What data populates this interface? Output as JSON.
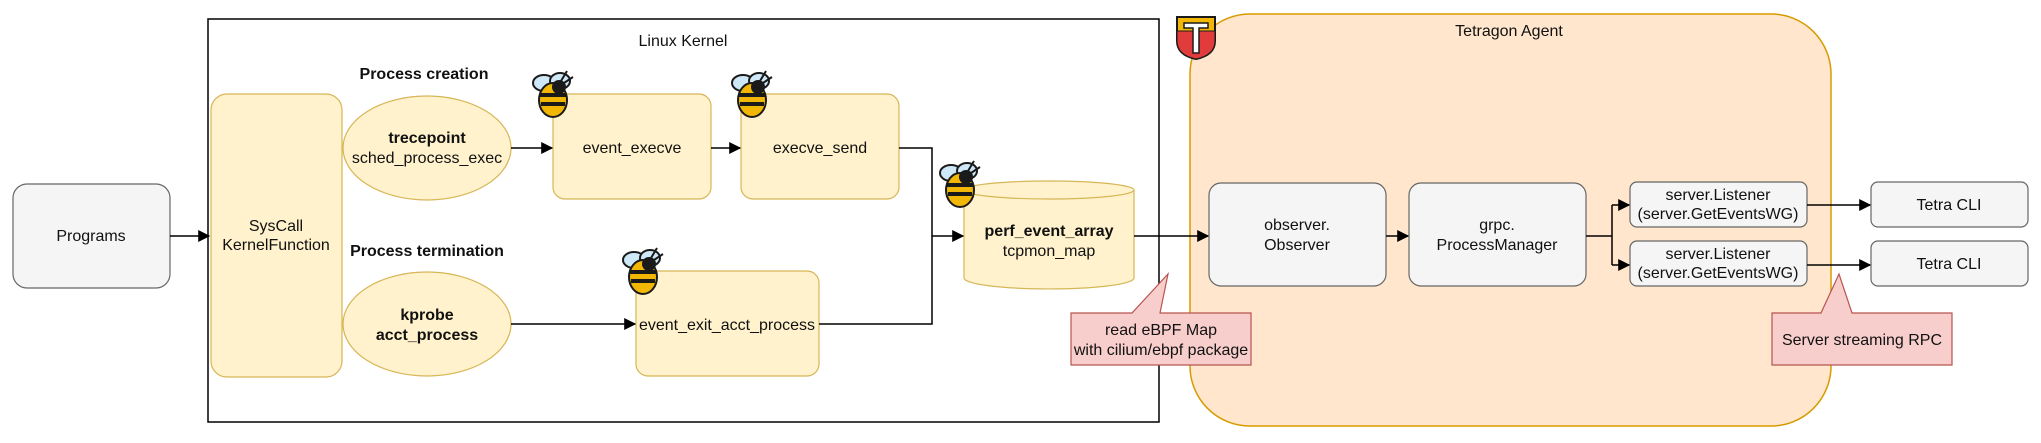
{
  "kernel": {
    "title": "Linux Kernel",
    "process_creation_heading": "Process creation",
    "process_termination_heading": "Process termination"
  },
  "programs": {
    "label": "Programs"
  },
  "syscall": {
    "line1": "SysCall",
    "line2": "KernelFunction"
  },
  "tracepoint": {
    "line1": "trecepoint",
    "line2": "sched_process_exec"
  },
  "kprobe": {
    "line1": "kprobe",
    "line2": "acct_process"
  },
  "event_execve": {
    "label": "event_execve"
  },
  "execve_send": {
    "label": "execve_send"
  },
  "event_exit": {
    "label": "event_exit_acct_process"
  },
  "perf_map": {
    "line1": "perf_event_array",
    "line2": "tcpmon_map"
  },
  "agent": {
    "title": "Tetragon Agent",
    "observer": {
      "line1": "observer.",
      "line2": "Observer"
    },
    "grpc": {
      "line1": "grpc.",
      "line2": "ProcessManager"
    },
    "listeners": [
      {
        "line1": "server.Listener",
        "line2": "(server.GetEventsWG)"
      },
      {
        "line1": "server.Listener",
        "line2": "(server.GetEventsWG)"
      }
    ]
  },
  "clis": [
    {
      "label": "Tetra CLI"
    },
    {
      "label": "Tetra CLI"
    }
  ],
  "callouts": {
    "read_map": {
      "line1": "read eBPF Map",
      "line2": "with cilium/ebpf package"
    },
    "streaming": {
      "label": "Server streaming RPC"
    }
  },
  "colors": {
    "yellow_fill": "#fff2cc",
    "yellow_stroke": "#d6b656",
    "gray_fill": "#f5f5f5",
    "gray_stroke": "#666666",
    "agent_fill": "#ffe6cc",
    "agent_stroke": "#d79b00",
    "callout_fill": "#f8cecc",
    "callout_stroke": "#b85450"
  },
  "icons": {
    "bee": "ebpf-bee-icon",
    "tetragon": "tetragon-logo-icon"
  }
}
